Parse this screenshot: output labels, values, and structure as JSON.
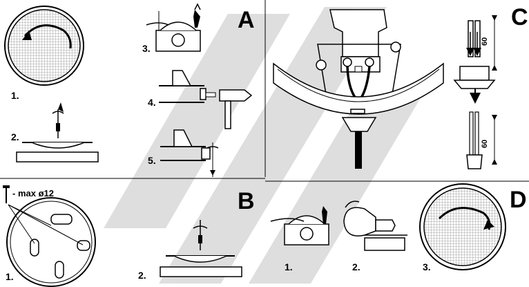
{
  "panels": {
    "a": {
      "letter": "A",
      "steps": [
        "1.",
        "2.",
        "3.",
        "4.",
        "5."
      ]
    },
    "b": {
      "letter": "B",
      "note": "- max ø12",
      "steps": [
        "1.",
        "2."
      ]
    },
    "c": {
      "letter": "C",
      "dims": [
        "60",
        "60"
      ]
    },
    "d": {
      "letter": "D",
      "steps": [
        "1.",
        "2.",
        "3."
      ]
    }
  },
  "colors": {
    "ink": "#000000",
    "watermark": "#d9d9d9",
    "background": "#ffffff"
  }
}
